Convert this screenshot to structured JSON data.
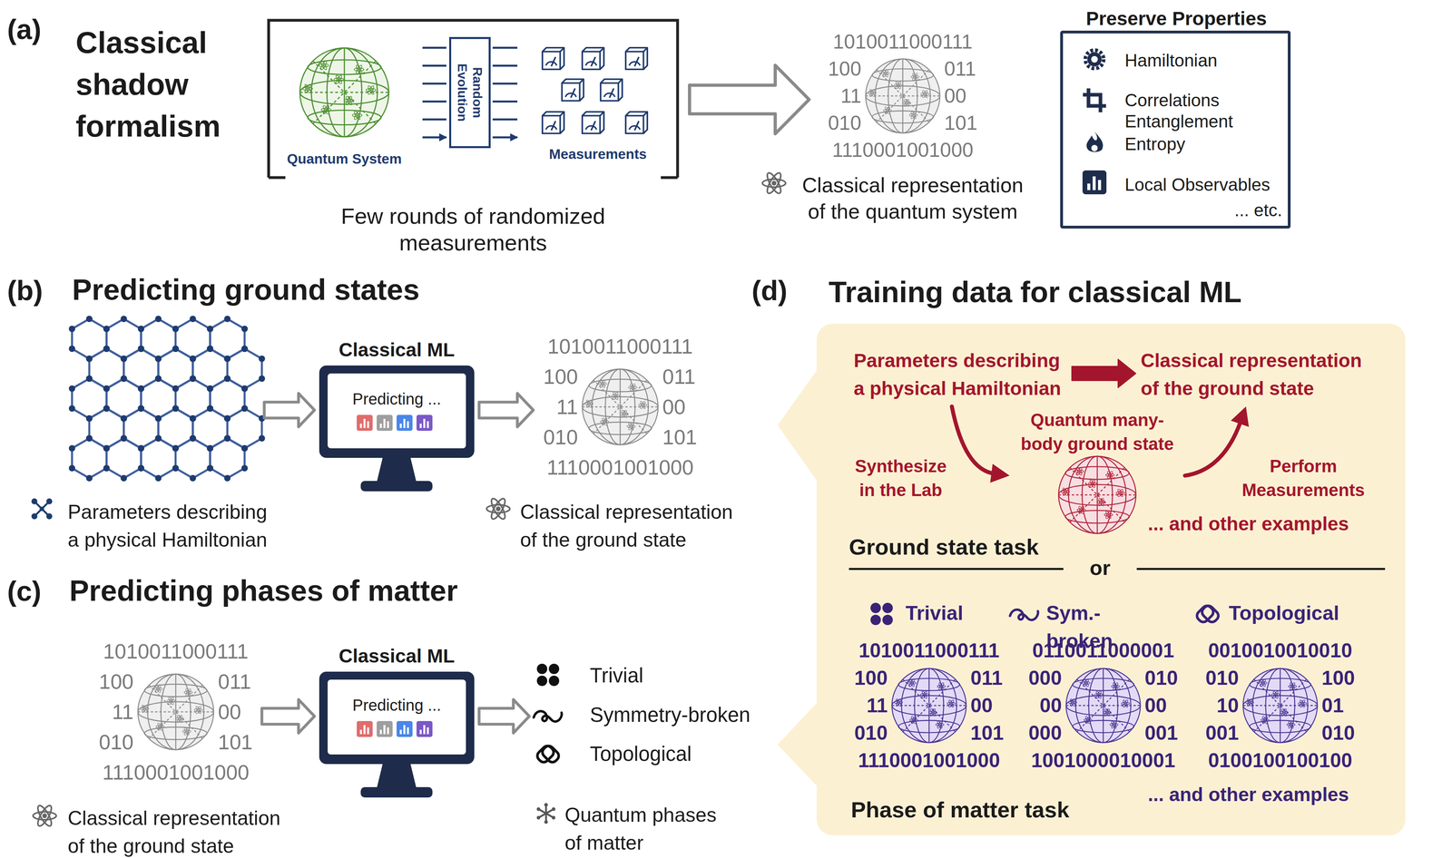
{
  "diagram": {
    "nodes": [
      {
        "text": [
          "Few rounds of randomized measurements"
        ]
      },
      {
        "text": [
          "Quantum System"
        ],
        "in": 0
      },
      {
        "text": [
          "Random Evolution"
        ],
        "in": 0
      },
      {
        "text": [
          "Measurements"
        ],
        "in": 0
      },
      {
        "text": [
          "Classical representation of the quantum system"
        ]
      },
      {
        "text": [
          "Preserve Properties",
          "Hamiltonian",
          "Correlations",
          "Entanglement Entropy",
          "Local Observables",
          "... etc."
        ]
      },
      {
        "text": [
          "Parameters describing a physical Hamiltonian"
        ]
      },
      {
        "text": [
          "Classical ML",
          "Predicting ..."
        ]
      },
      {
        "text": [
          "Classical representation of the ground state"
        ]
      },
      {
        "text": [
          "Classical representation of the ground state"
        ]
      },
      {
        "text": [
          "Classical ML",
          "Predicting ..."
        ]
      },
      {
        "text": [
          "Trivial",
          "Symmetry-broken",
          "Topological",
          "Quantum phases of matter"
        ]
      },
      {
        "text": [
          "Training data for classical ML"
        ]
      },
      {
        "text": [
          "Parameters describing a physical Hamiltonian"
        ],
        "in": 12
      },
      {
        "text": [
          "Classical representation of the ground state"
        ],
        "in": 12
      },
      {
        "text": [
          "Quantum many-body ground state"
        ],
        "in": 12
      },
      {
        "text": [
          "Trivial"
        ],
        "in": 12
      },
      {
        "text": [
          "Sym.-broken"
        ],
        "in": 12
      },
      {
        "text": [
          "Topological"
        ],
        "in": 12
      }
    ],
    "edges": [
      {
        "from": 0,
        "to": 4,
        "arrow": "to"
      },
      {
        "from": 6,
        "to": 7,
        "arrow": "to"
      },
      {
        "from": 7,
        "to": 8,
        "arrow": "to"
      },
      {
        "from": 9,
        "to": 10,
        "arrow": "to"
      },
      {
        "from": 10,
        "to": 11,
        "arrow": "to"
      },
      {
        "from": 13,
        "to": 14,
        "arrow": "to"
      },
      {
        "from": 13,
        "to": 15,
        "label": "Synthesize in the Lab",
        "arrow": "to"
      },
      {
        "from": 15,
        "to": 14,
        "label": "Perform Measurements",
        "arrow": "to"
      }
    ],
    "labels": [
      "(a)",
      "Classical shadow formalism",
      "(b)",
      "Predicting ground states",
      "(c)",
      "Predicting phases of matter",
      "(d)",
      "... and other examples",
      "Ground state task",
      "or",
      "... and other examples",
      "Phase of matter task",
      "1010011000111",
      "100",
      "011",
      "11",
      "00",
      "010",
      "101",
      "1110001001000",
      "1010011000111",
      "100",
      "011",
      "11",
      "00",
      "010",
      "101",
      "1110001001000",
      "1010011000111",
      "100",
      "011",
      "11",
      "00",
      "010",
      "101",
      "1110001001000",
      "1010011000111",
      "100",
      "011",
      "11",
      "00",
      "010",
      "101",
      "1110001001000",
      "0110011000001",
      "000",
      "010",
      "00",
      "00",
      "000",
      "001",
      "1001000010001",
      "0010010010010",
      "010",
      "100",
      "10",
      "01",
      "001",
      "010",
      "0100100100100"
    ]
  }
}
